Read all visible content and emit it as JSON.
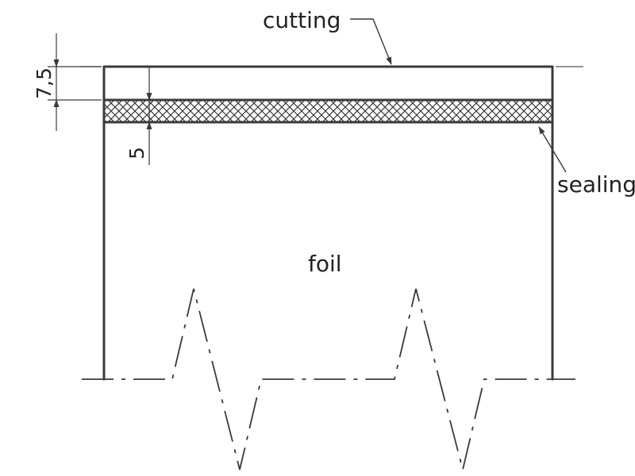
{
  "labels": {
    "cutting": "cutting",
    "sealing": "sealing",
    "foil": "foil",
    "dim_top": "7,5",
    "dim_seal": "5"
  },
  "colors": {
    "line": "#3a3a3a",
    "text": "#222222",
    "background": "#ffffff"
  }
}
